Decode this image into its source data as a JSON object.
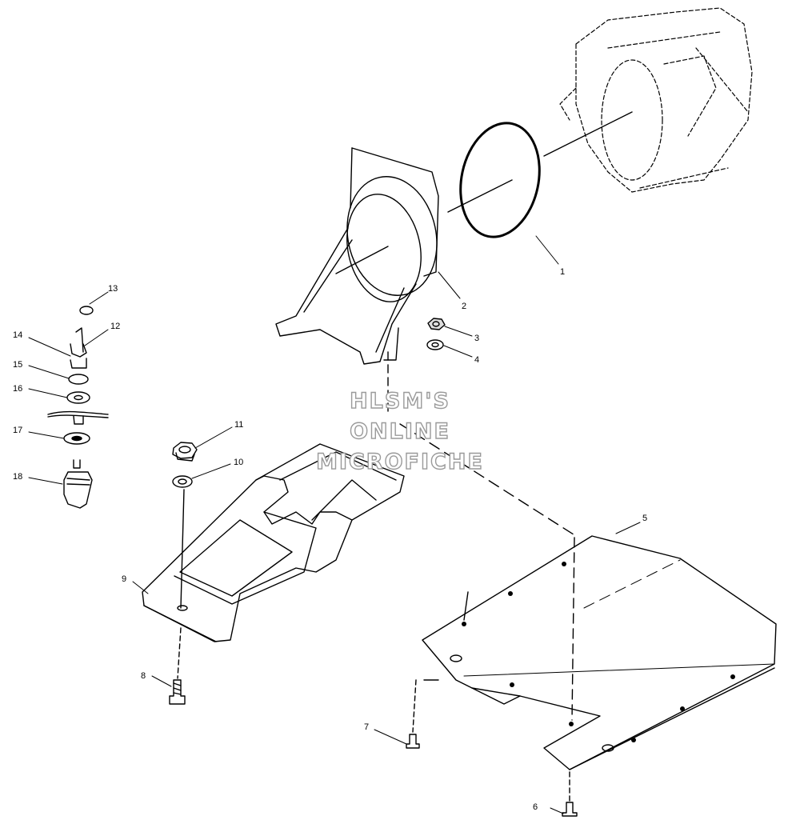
{
  "watermark": {
    "line1": "HLSM'S",
    "line2": "ONLINE",
    "line3": "MICROFICHE"
  },
  "callouts": [
    "1",
    "2",
    "3",
    "4",
    "5",
    "6",
    "7",
    "8",
    "9",
    "10",
    "11",
    "12",
    "13",
    "14",
    "15",
    "16",
    "17",
    "18"
  ],
  "colors": {
    "ink": "#000000",
    "watermark_outline": "#9a9a9a",
    "background": "#ffffff"
  }
}
